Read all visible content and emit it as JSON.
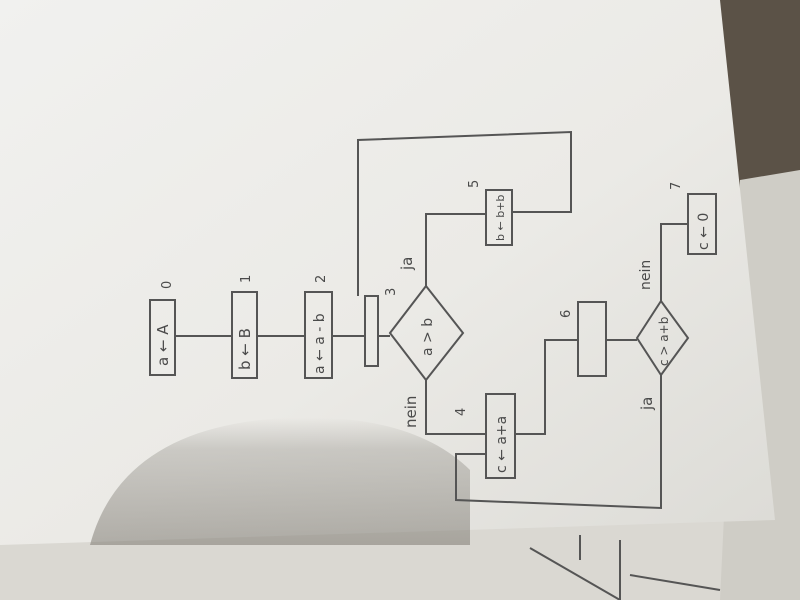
{
  "flowchart": {
    "step_numbers": [
      "0",
      "1",
      "2",
      "3",
      "4",
      "5",
      "6",
      "7"
    ],
    "box_a": "a ← A",
    "box_b": "b ← B",
    "box_ab": "a ← a - b",
    "decision_1": "a > b",
    "box_b_update": "b ← b+b",
    "box_a_update": "c ← a+a",
    "decision_2": "c > a+b",
    "box_c_zero": "c ← 0",
    "yes_1": "ja",
    "no_1": "nein",
    "yes_2": "ja",
    "no_2": "nein"
  },
  "colors": {
    "paper": "#efeeea",
    "paper_shadow": "#c2c1bc",
    "pencil": "#555555"
  }
}
